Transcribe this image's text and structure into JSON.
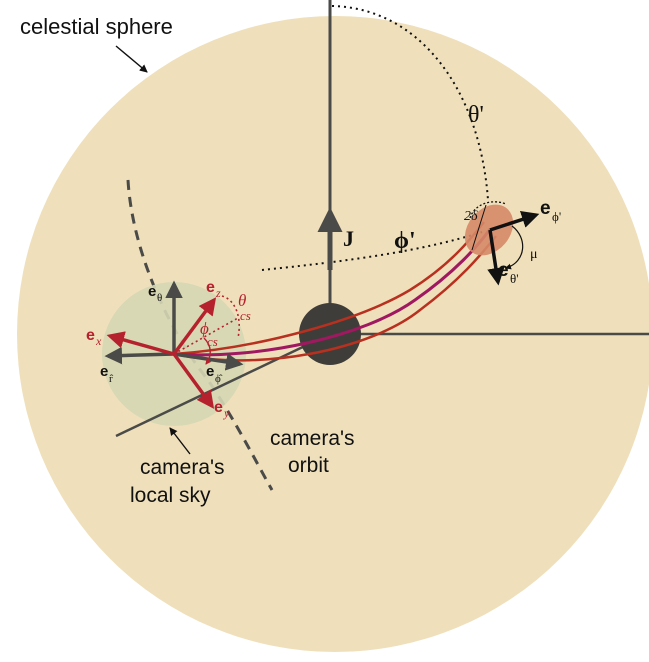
{
  "labels": {
    "celestial_sphere": "celestial sphere",
    "theta_prime": "θ'",
    "phi_prime": "ϕ'",
    "spin_axis": "J",
    "camera_orbit_line1": "camera's",
    "camera_orbit_line2": "orbit",
    "local_sky_line1": "camera's",
    "local_sky_line2": "local sky",
    "two_delta": "2δ",
    "mu": "μ"
  },
  "vectors": {
    "e_theta": {
      "base": "e",
      "sub": "θ"
    },
    "e_r": {
      "base": "e",
      "sub": "r̂"
    },
    "e_phi": {
      "base": "e",
      "sub": "ϕ̂"
    },
    "e_x": {
      "base": "e",
      "sub": "x"
    },
    "e_y": {
      "base": "e",
      "sub": "y"
    },
    "e_z": {
      "base": "e",
      "sub": "z"
    },
    "theta_cs": {
      "base": "θ",
      "sub": "cs"
    },
    "phi_cs": {
      "base": "ϕ",
      "sub": "cs"
    },
    "e_phi_prime": {
      "base": "e",
      "sub": "ϕ'"
    },
    "e_theta_prime": {
      "base": "e",
      "sub": "θ'"
    }
  },
  "colors": {
    "sphere_fill": "#efe0bb",
    "local_sky_fill": "#d5d7b4",
    "black_hole": "#3f3d3a",
    "axis_gray": "#4a4a48",
    "camera_frame_red": "#b5222e",
    "ray_red": "#b8301f",
    "ray_magenta": "#a01860",
    "spot_fill": "#d68a68",
    "text": "#111111"
  }
}
